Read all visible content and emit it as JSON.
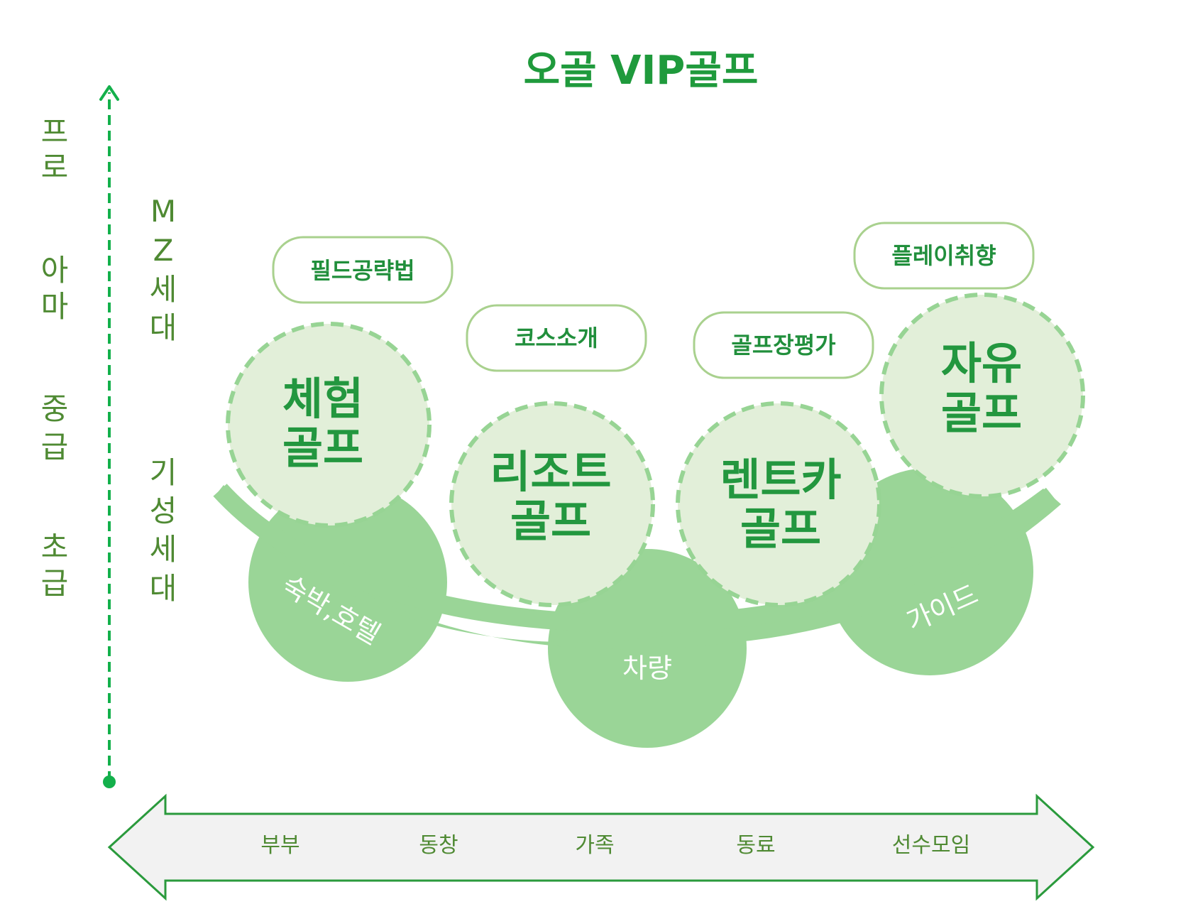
{
  "title": "오골 VIP골프",
  "levels": {
    "pro": [
      "프",
      "로"
    ],
    "amateur": [
      "아",
      "마"
    ],
    "intermediate": [
      "중",
      "급"
    ],
    "beginner": [
      "초",
      "급"
    ]
  },
  "generations": {
    "mz": [
      "M",
      "Z",
      "세",
      "대"
    ],
    "established": [
      "기",
      "성",
      "세",
      "대"
    ]
  },
  "pills": {
    "field": "필드공략법",
    "course": "코스소개",
    "review": "골프장평가",
    "preference": "플레이취향"
  },
  "circles": {
    "experience": [
      "체험",
      "골프"
    ],
    "resort": [
      "리조트",
      "골프"
    ],
    "rentcar": [
      "렌트카",
      "골프"
    ],
    "free": [
      "자유",
      "골프"
    ]
  },
  "bowl": {
    "lodging": "숙박,호텔",
    "vehicle": "차량",
    "guide": "가이드"
  },
  "groups": [
    "부부",
    "동창",
    "가족",
    "동료",
    "선수모임"
  ],
  "colors": {
    "title": "#1f9a3c",
    "accent": "#13b04b",
    "circle_fill": "#e2efd9",
    "circle_border": "#97d494",
    "bowl": "#9ad597",
    "arrow_border": "#2a9a3c",
    "arrow_fill": "#f2f2f2",
    "pill_border": "#a9d18e",
    "text_dark": "#4f8a33"
  }
}
